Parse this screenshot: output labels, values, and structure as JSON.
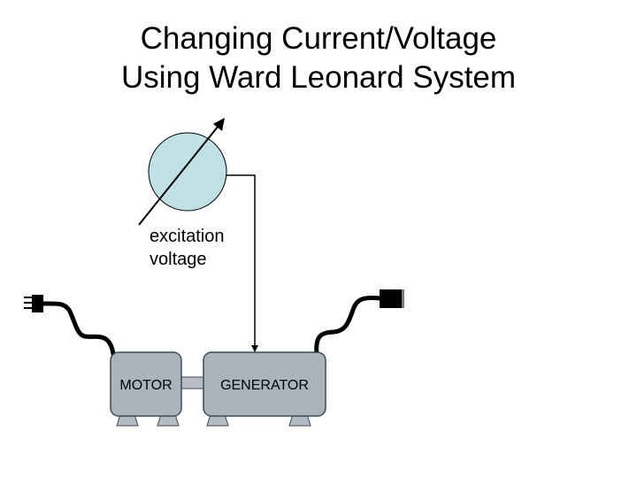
{
  "title": {
    "line1": "Changing Current/Voltage",
    "line2": "Using Ward Leonard System"
  },
  "labels": {
    "excitation_line1": "excitation",
    "excitation_line2": "voltage",
    "motor": "MOTOR",
    "generator": "GENERATOR"
  },
  "colors": {
    "dial_fill": "#bfe0e4",
    "machine_fill": "#a9b4bc",
    "machine_stroke": "#3d4a55",
    "foot_fill": "#b3bcc4",
    "shaft_fill": "#b8bec4",
    "cable": "#000000"
  }
}
